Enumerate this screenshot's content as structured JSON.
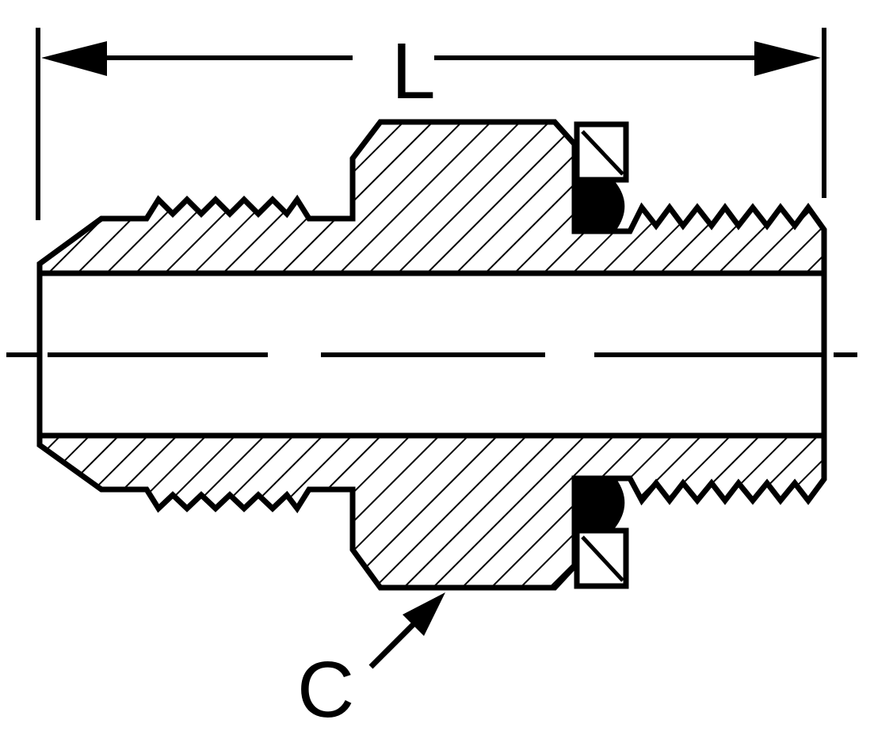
{
  "labels": {
    "length": "L",
    "callout": "C"
  },
  "colors": {
    "ink": "#000000",
    "paper": "#ffffff"
  },
  "parts": [
    "hex-body",
    "male-flare-thread",
    "o-ring-boss-thread",
    "backup-washer",
    "o-ring",
    "through-bore",
    "centerline",
    "dimension-line"
  ]
}
